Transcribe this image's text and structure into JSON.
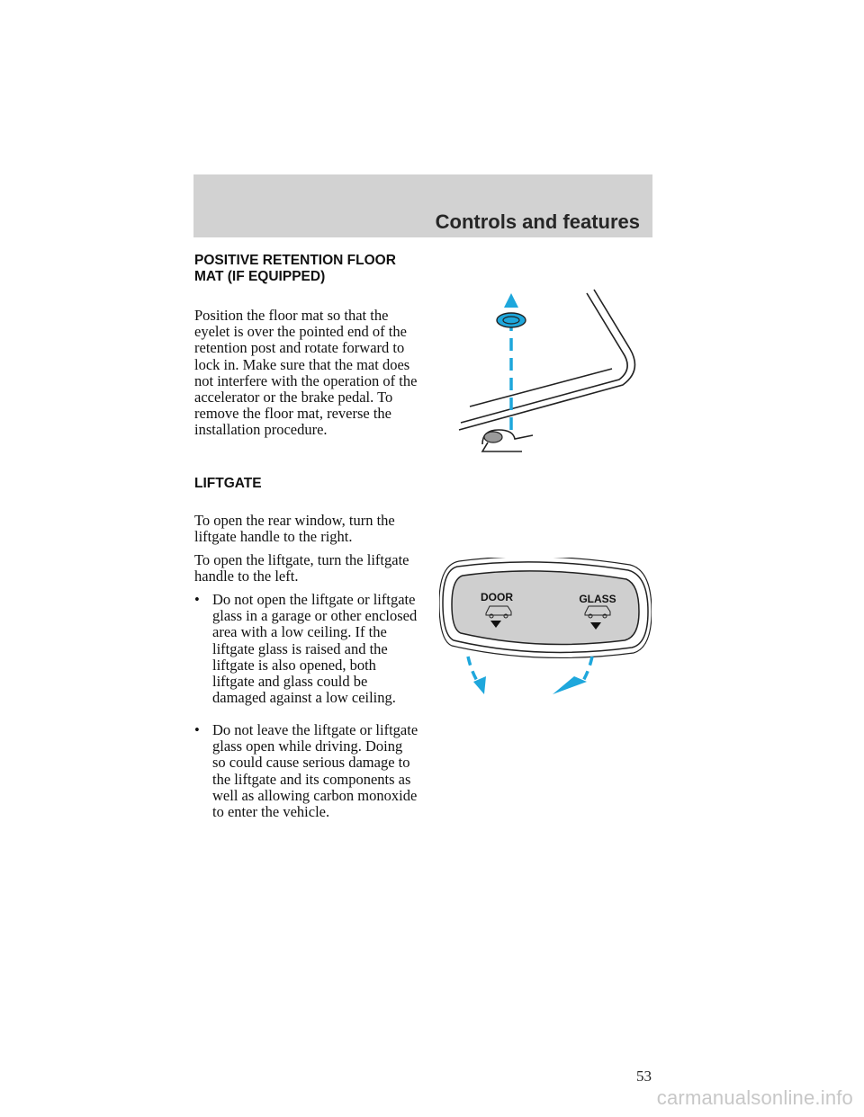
{
  "header": {
    "section_title": "Controls and features"
  },
  "floor_mat": {
    "heading_line1": "POSITIVE RETENTION FLOOR",
    "heading_line2": "MAT (IF EQUIPPED)",
    "body": "Position the floor mat so that the eyelet is over the pointed end of the retention post and rotate forward to lock in. Make sure that the mat does not interfere with the operation of the accelerator or the brake pedal. To remove the floor mat, reverse the installation procedure."
  },
  "liftgate": {
    "heading": "LIFTGATE",
    "para1": "To open the rear window, turn the liftgate handle to the right.",
    "para2": "To open the liftgate, turn the liftgate handle to the left.",
    "bullets": [
      "Do not open the liftgate or liftgate glass in a garage or other enclosed area with a low ceiling. If the liftgate glass is raised and the liftgate is also opened, both liftgate and glass could be damaged against a low ceiling.",
      "Do not leave the liftgate or liftgate glass open while driving. Doing so could cause serious damage to the liftgate and its components as well as allowing carbon monoxide to enter the vehicle."
    ],
    "bullet_symbol": "•",
    "handle_labels": {
      "door": "DOOR",
      "glass": "GLASS"
    }
  },
  "colors": {
    "accent_arrow": "#1ea7dc",
    "header_band": "#d2d2d2",
    "handle_fill": "#cfcfcf"
  },
  "icons": [
    "floor-mat-retention-diagram",
    "liftgate-handle-diagram",
    "down-arrow-icon",
    "vehicle-icon"
  ],
  "footer": {
    "page_number": "53",
    "watermark": "carmanualsonline.info"
  }
}
